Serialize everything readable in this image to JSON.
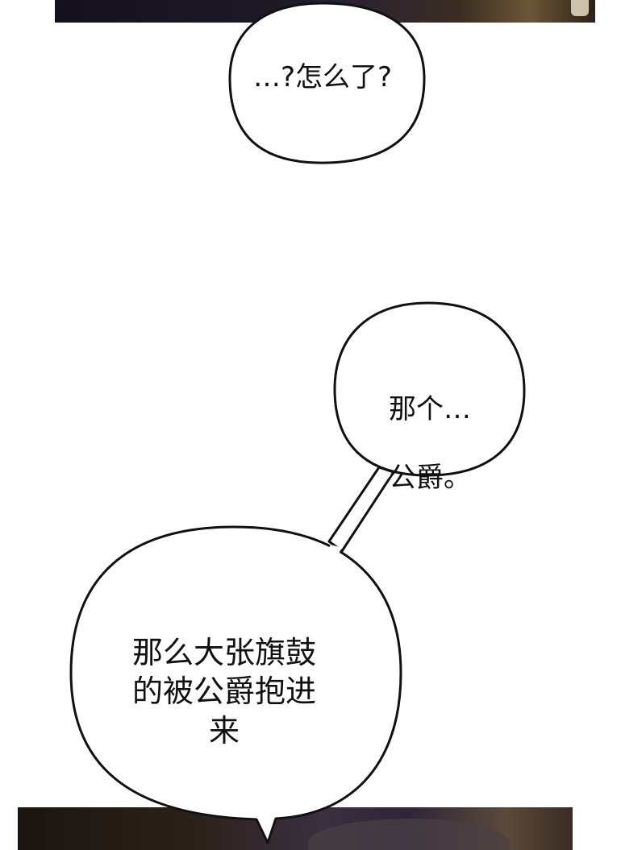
{
  "bubbles": {
    "first": {
      "text": "…?怎么了?"
    },
    "second": {
      "line1": "那个…",
      "line2": "公爵。"
    },
    "third": {
      "text": "那么大张旗鼓\n的被公爵抱进\n来"
    }
  },
  "colors": {
    "bubble_fill": "#ffffff",
    "bubble_stroke": "#111111",
    "page_background": "#ffffff"
  }
}
